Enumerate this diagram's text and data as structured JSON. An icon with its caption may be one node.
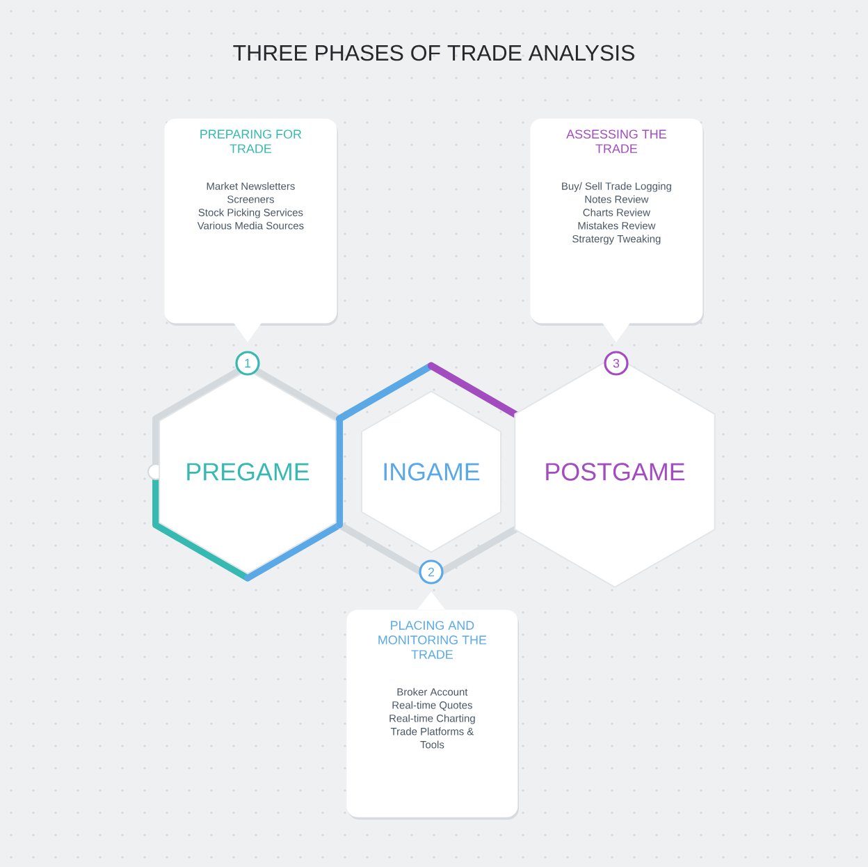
{
  "diagram": {
    "title": "THREE PHASES OF TRADE ANALYSIS",
    "nodes": [
      {
        "text": [
          "PREPARING FOR TRADE",
          "Market Newsletters",
          "Screeners",
          "Stock Picking Services",
          "Various Media Sources"
        ]
      },
      {
        "text": [
          "ASSESSING THE TRADE",
          "Buy/ Sell Trade Logging",
          "Notes Review",
          "Charts Review",
          "Mistakes Review",
          "Stratergy Tweaking"
        ]
      },
      {
        "text": [
          "1"
        ]
      },
      {
        "text": [
          "3"
        ]
      },
      {
        "text": [
          "PREGAME"
        ]
      },
      {
        "text": [
          "INGAME"
        ]
      },
      {
        "text": [
          "POSTGAME"
        ]
      },
      {
        "text": [
          "2"
        ]
      },
      {
        "text": [
          "PLACING AND MONITORING THE TRADE",
          "Broker Account",
          "Real-time Quotes",
          "Real-time Charting",
          "Trade Platforms & Tools"
        ]
      }
    ]
  }
}
